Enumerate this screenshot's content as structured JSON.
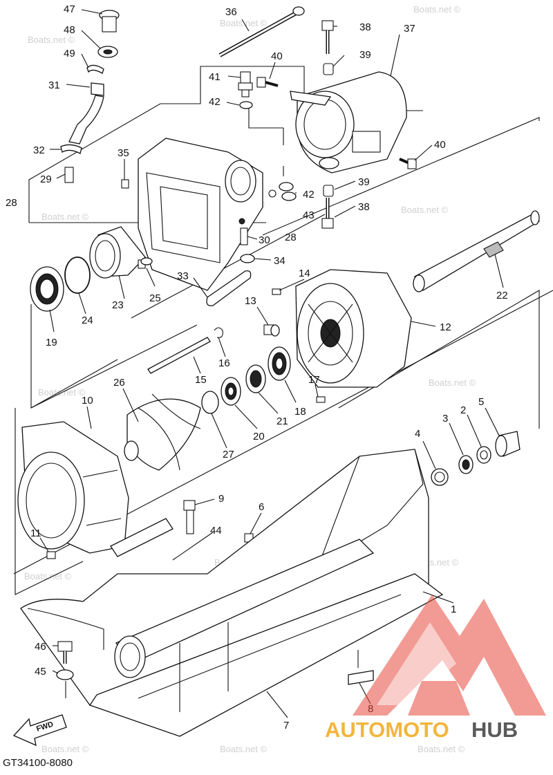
{
  "diagram": {
    "part_code": "GT34100-8080",
    "watermark": "Boats.net ©",
    "fwd_label": "FWD",
    "brand": {
      "name_part1": "AUTOMOTO",
      "name_part2": "HUB",
      "color_part1": "#f2b63c",
      "color_part2": "#5a5a5a",
      "logo_color": "#e8473c"
    },
    "callouts": [
      "1",
      "2",
      "3",
      "4",
      "5",
      "6",
      "7",
      "8",
      "9",
      "10",
      "11",
      "12",
      "13",
      "14",
      "15",
      "16",
      "17",
      "18",
      "19",
      "20",
      "21",
      "22",
      "23",
      "24",
      "25",
      "26",
      "27",
      "28",
      "29",
      "30",
      "31",
      "32",
      "33",
      "34",
      "35",
      "36",
      "37",
      "38",
      "39",
      "40",
      "41",
      "42",
      "43",
      "44",
      "45",
      "46",
      "47",
      "48",
      "49"
    ],
    "duplicate_callouts": [
      "28",
      "28",
      "38",
      "39",
      "40",
      "42"
    ]
  }
}
